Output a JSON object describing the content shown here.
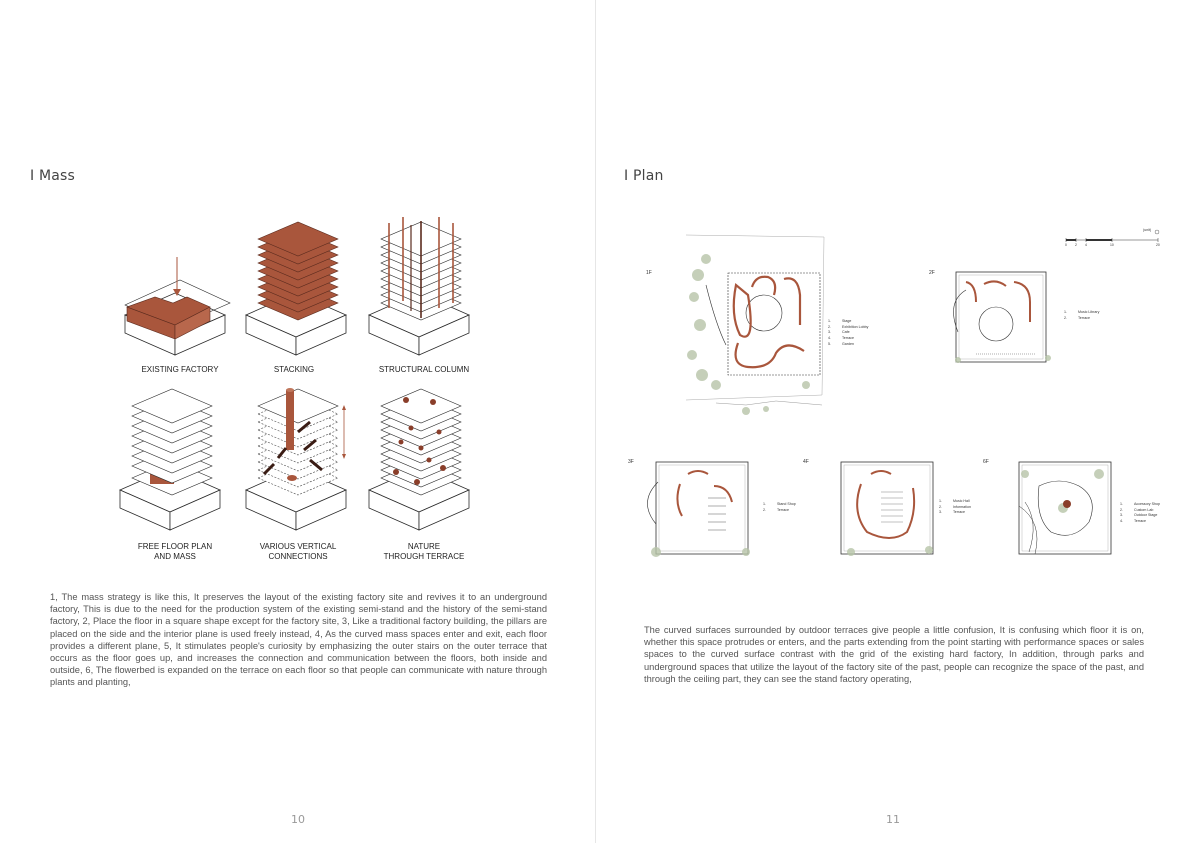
{
  "left_page": {
    "title": "I Mass",
    "diagrams": [
      {
        "label": "EXISTING FACTORY"
      },
      {
        "label": "STACKING"
      },
      {
        "label": "STRUCTURAL COLUMN"
      },
      {
        "label": "FREE FLOOR PLAN\nAND MASS"
      },
      {
        "label": "VARIOUS VERTICAL\nCONNECTIONS"
      },
      {
        "label": "NATURE\nTHROUGH TERRACE"
      }
    ],
    "paragraph": "1, The mass strategy is like this, It preserves the layout of the existing factory site and revives it to an underground factory, This is due to the need for the production system of the existing semi-stand and the history of the semi-stand factory, 2, Place the floor in a square shape except for the factory site, 3, Like a traditional factory building, the pillars are placed on the side and the interior plane is used freely instead, 4, As the curved mass spaces enter and exit, each floor provides a different plane, 5, It stimulates people's curiosity by emphasizing the outer stairs on the outer terrace that occurs as the floor goes up, and increases the connection and communication between the floors, both inside and outside, 6, The flowerbed is expanded on the terrace on each floor so that people can communicate with nature through plants and planting,",
    "page_number": "10"
  },
  "right_page": {
    "title": "I Plan",
    "plans": [
      {
        "floor": "1F",
        "legend": [
          "Stage",
          "Exhibition Lobby",
          "Cafe",
          "Terrace",
          "Garden"
        ]
      },
      {
        "floor": "2F",
        "legend": [
          "Music Library",
          "Terrace"
        ]
      },
      {
        "floor": "3F",
        "legend": [
          "Stand Shop",
          "Terrace"
        ]
      },
      {
        "floor": "4F",
        "legend": [
          "Music Hall",
          "Information",
          "Terrace"
        ]
      },
      {
        "floor": "6F",
        "legend": [
          "Accessory Shop",
          "Custom Lab",
          "Outdoor Stage",
          "Terrace"
        ]
      }
    ],
    "scale_label": "(unit)",
    "scale_ticks": [
      "0",
      "2",
      "4",
      "10",
      "20"
    ],
    "paragraph": "The curved surfaces surrounded by outdoor terraces give people a little confusion, It is confusing which floor it is on, whether this space protrudes or enters, and the parts extending from the point starting with performance spaces or sales spaces to the curved surface contrast with the grid of the existing hard factory, In addition, through parks and underground spaces that utilize the layout of the factory site of the past, people can recognize the space of the past, and through the ceiling part, they can see the stand factory operating,",
    "page_number": "11"
  },
  "colors": {
    "accent": "#a9563c",
    "line": "#2a2a2a",
    "text": "#555555",
    "tree": "#9aaa8a"
  }
}
